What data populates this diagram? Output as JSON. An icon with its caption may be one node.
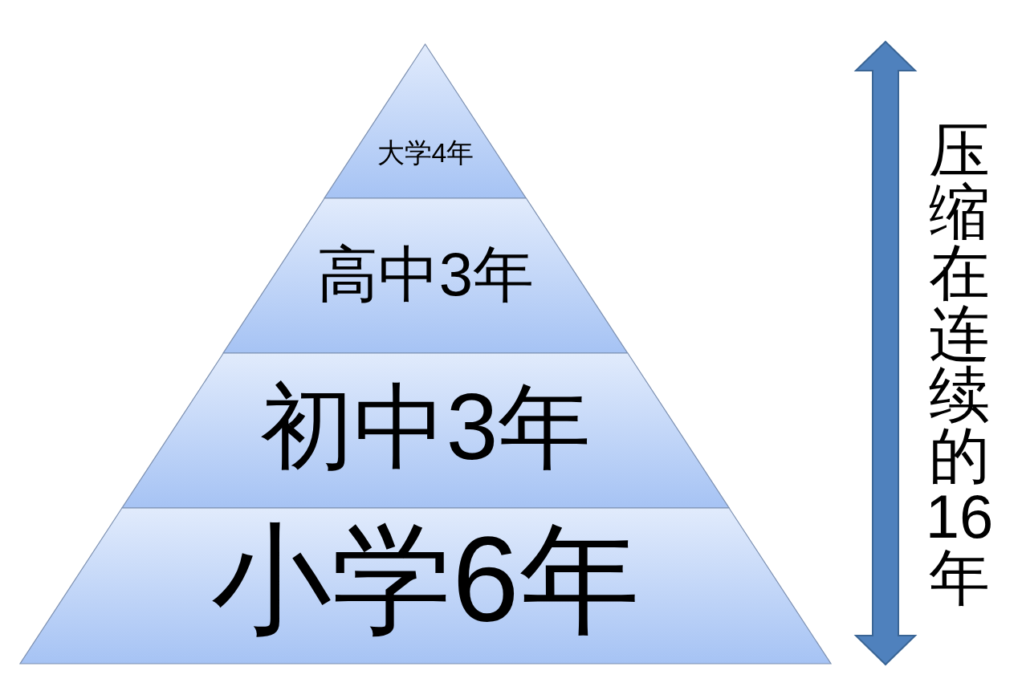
{
  "diagram": {
    "nodes": [
      {
        "text": [
          "大学4年"
        ]
      },
      {
        "text": [
          "高中3年"
        ]
      },
      {
        "text": [
          "初中3年"
        ]
      },
      {
        "text": [
          "小学6年"
        ]
      }
    ],
    "labels": [
      "压缩在连续的16年"
    ]
  }
}
